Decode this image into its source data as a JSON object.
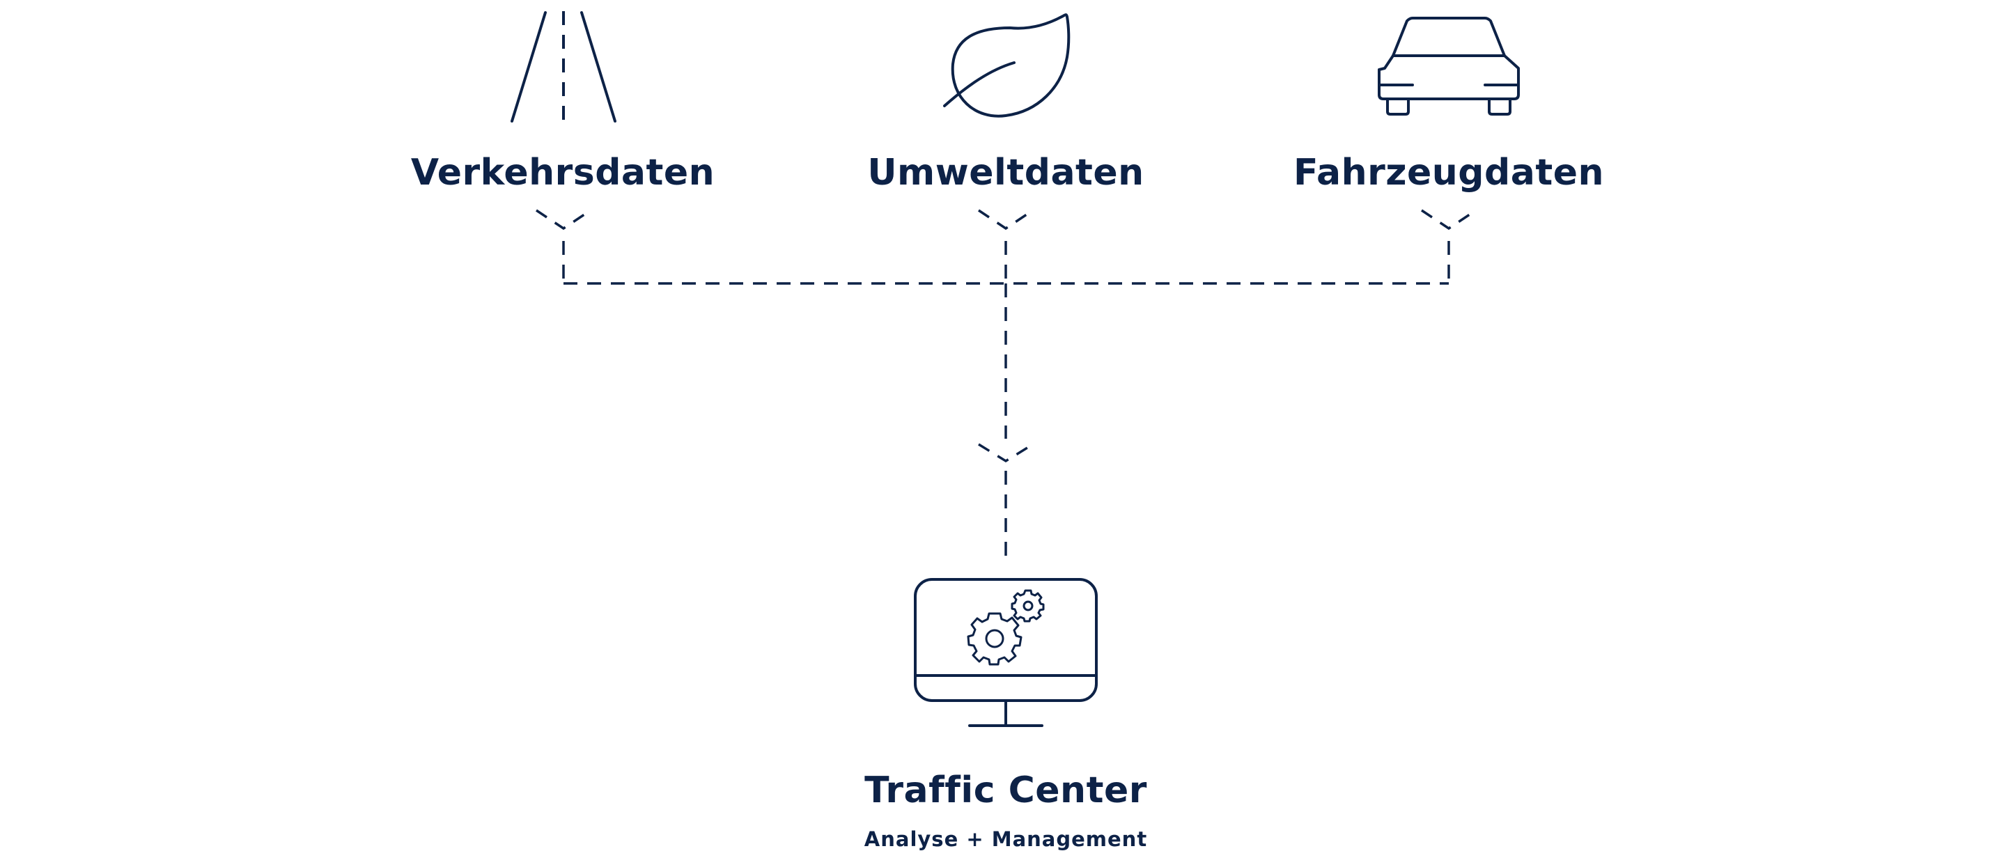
{
  "sources": [
    {
      "label": "Verkehrsdaten",
      "icon": "road-icon"
    },
    {
      "label": "Umweltdaten",
      "icon": "leaf-icon"
    },
    {
      "label": "Fahrzeugdaten",
      "icon": "car-icon"
    }
  ],
  "target": {
    "title": "Traffic Center",
    "subtitle": "Analyse + Management",
    "icon": "monitor-gears-icon"
  },
  "colors": {
    "ink": "#0d2247",
    "background": "#ffffff"
  }
}
